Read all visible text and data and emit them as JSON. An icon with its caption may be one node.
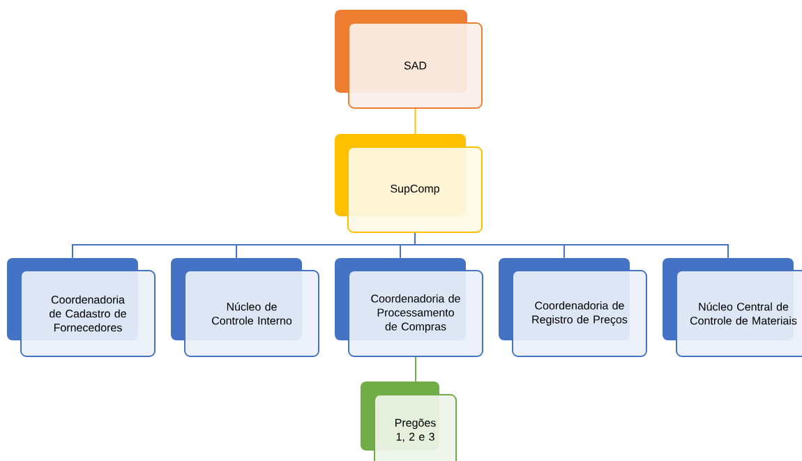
{
  "diagram": {
    "nodes": [
      {
        "text": [
          "SAD"
        ]
      },
      {
        "text": [
          "SupComp"
        ]
      },
      {
        "text": [
          "Coordenadoria de Cadastro de Fornecedores"
        ]
      },
      {
        "text": [
          "Núcleo de Controle Interno"
        ]
      },
      {
        "text": [
          "Coordenadoria de Processamento de Compras"
        ]
      },
      {
        "text": [
          "Coordenadoria de Registro de Preços"
        ]
      },
      {
        "text": [
          "Núcleo Central de Controle de Materiais"
        ]
      },
      {
        "text": [
          "Pregões 1, 2 e 3"
        ]
      }
    ],
    "edges": [
      {
        "from": 0,
        "to": 1,
        "arrow": "none",
        "color": "#ffc000"
      },
      {
        "from": 1,
        "to": 2,
        "arrow": "none"
      },
      {
        "from": 1,
        "to": 3,
        "arrow": "none"
      },
      {
        "from": 1,
        "to": 4,
        "arrow": "none"
      },
      {
        "from": 1,
        "to": 5,
        "arrow": "none"
      },
      {
        "from": 1,
        "to": 6,
        "arrow": "none"
      },
      {
        "from": 4,
        "to": 7,
        "arrow": "none",
        "color": "#70ad47"
      }
    ]
  }
}
